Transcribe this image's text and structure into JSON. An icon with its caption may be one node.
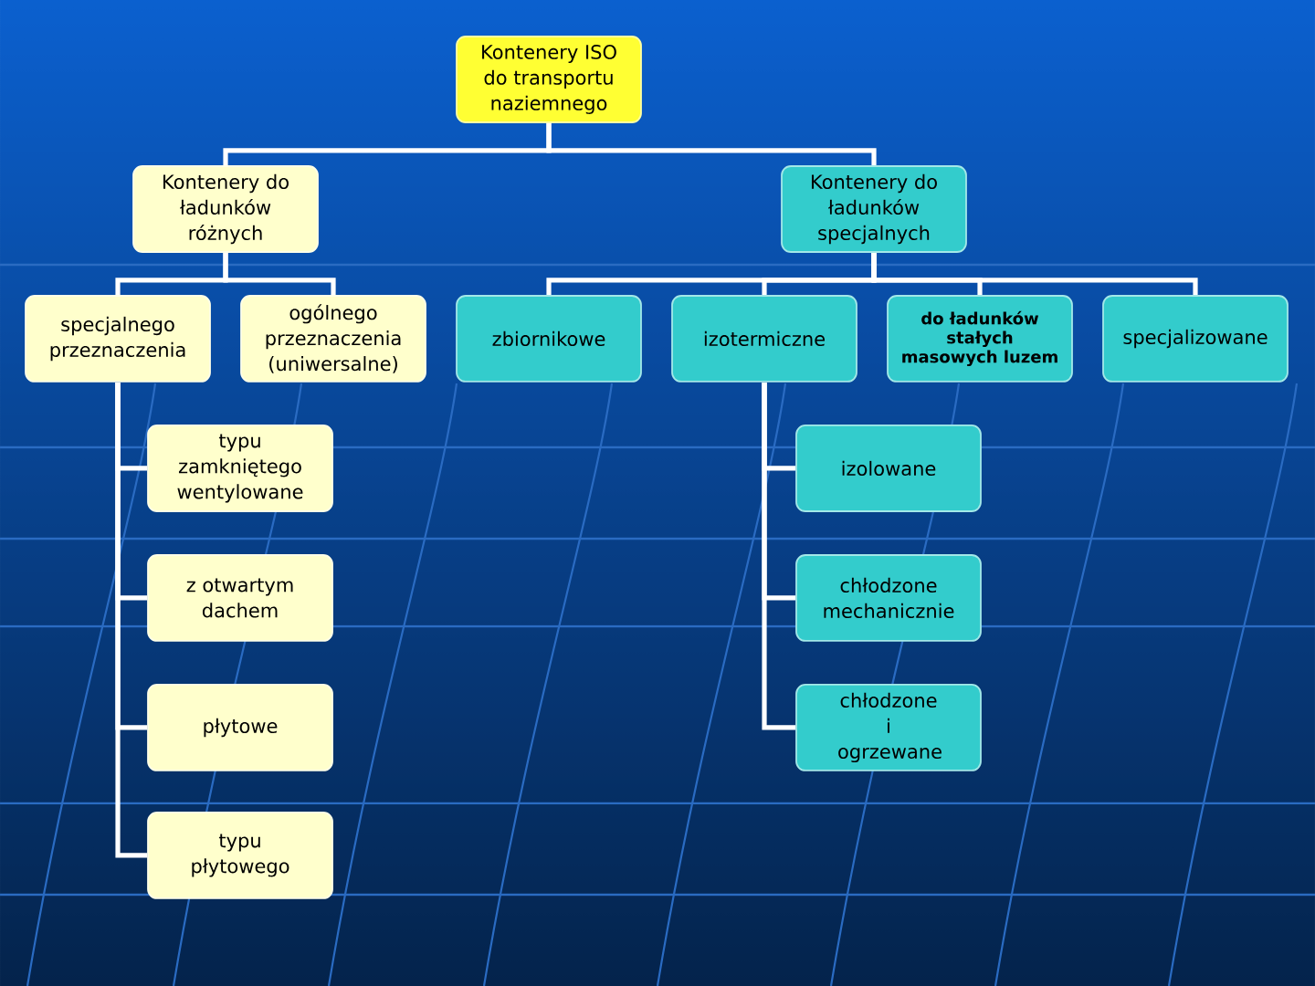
{
  "diagram": {
    "nodes": [
      {
        "text": [
          "Kontenery ISO do transportu naziemnego"
        ]
      },
      {
        "text": [
          "Kontenery do ładunków różnych"
        ]
      },
      {
        "text": [
          "Kontenery do ładunków specjalnych"
        ]
      },
      {
        "text": [
          "specjalnego przeznaczenia"
        ]
      },
      {
        "text": [
          "ogólnego przeznaczenia (uniwersalne)"
        ]
      },
      {
        "text": [
          "zbiornikowe"
        ]
      },
      {
        "text": [
          "izotermiczne"
        ]
      },
      {
        "text": [
          "do ładunków stałych masowych luzem"
        ]
      },
      {
        "text": [
          "specjalizowane"
        ]
      },
      {
        "text": [
          "typu zamkniętego wentylowane"
        ]
      },
      {
        "text": [
          "izolowane"
        ]
      },
      {
        "text": [
          "z otwartym dachem"
        ]
      },
      {
        "text": [
          "chłodzone mechanicznie"
        ]
      },
      {
        "text": [
          "płytowe"
        ]
      },
      {
        "text": [
          "chłodzone i ogrzewane"
        ]
      },
      {
        "text": [
          "typu płytowego"
        ]
      }
    ],
    "edges": [
      {
        "from": 0,
        "to": 1,
        "arrow": "none"
      },
      {
        "from": 0,
        "to": 2,
        "arrow": "none"
      },
      {
        "from": 1,
        "to": 3,
        "arrow": "none"
      },
      {
        "from": 1,
        "to": 4,
        "arrow": "none"
      },
      {
        "from": 2,
        "to": 5,
        "arrow": "none"
      },
      {
        "from": 2,
        "to": 6,
        "arrow": "none"
      },
      {
        "from": 2,
        "to": 7,
        "arrow": "none"
      },
      {
        "from": 2,
        "to": 8,
        "arrow": "none"
      },
      {
        "from": 3,
        "to": 9,
        "arrow": "none"
      },
      {
        "from": 3,
        "to": 11,
        "arrow": "none"
      },
      {
        "from": 3,
        "to": 13,
        "arrow": "none"
      },
      {
        "from": 3,
        "to": 15,
        "arrow": "none"
      },
      {
        "from": 6,
        "to": 10,
        "arrow": "none"
      },
      {
        "from": 6,
        "to": 12,
        "arrow": "none"
      },
      {
        "from": 6,
        "to": 14,
        "arrow": "none"
      }
    ]
  }
}
